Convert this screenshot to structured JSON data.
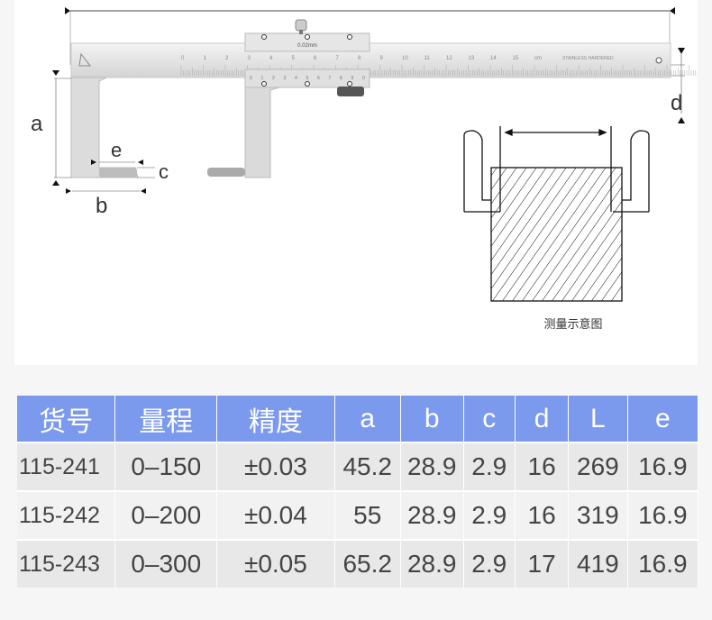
{
  "diagram": {
    "labels": {
      "a": "a",
      "b": "b",
      "c": "c",
      "d": "d",
      "e": "e"
    },
    "vernier_label": "0.02mm",
    "scale_numbers": [
      "0",
      "1",
      "2",
      "3",
      "4",
      "5",
      "6",
      "7",
      "8",
      "9",
      "10",
      "11",
      "12",
      "13",
      "14",
      "15",
      "cm"
    ],
    "vernier_numbers": [
      "0",
      "1",
      "2",
      "3",
      "4",
      "5",
      "6",
      "7",
      "8",
      "9",
      "0"
    ],
    "stamp": "STAINLESS  HARDENED",
    "caption": "测量示意图"
  },
  "table": {
    "headers": [
      "货号",
      "量程",
      "精度",
      "a",
      "b",
      "c",
      "d",
      "L",
      "e"
    ],
    "rows": [
      [
        "115-241",
        "0–150",
        "±0.03",
        "45.2",
        "28.9",
        "2.9",
        "16",
        "269",
        "16.9"
      ],
      [
        "115-242",
        "0–200",
        "±0.04",
        "55",
        "28.9",
        "2.9",
        "16",
        "319",
        "16.9"
      ],
      [
        "115-243",
        "0–300",
        "±0.05",
        "65.2",
        "28.9",
        "2.9",
        "17",
        "419",
        "16.9"
      ]
    ]
  },
  "colors": {
    "header": "#7b9aee"
  }
}
